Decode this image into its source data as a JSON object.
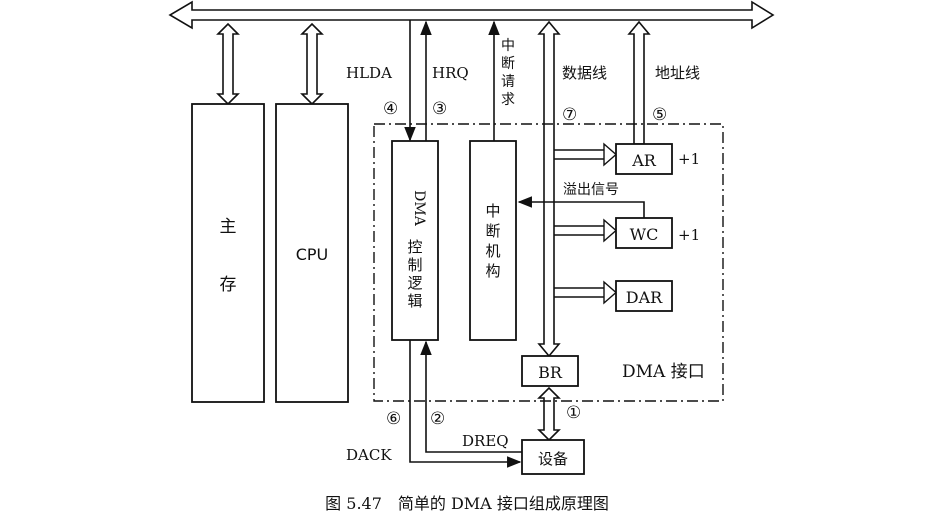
{
  "blocks": {
    "main_memory": [
      "主",
      "存"
    ],
    "cpu": "CPU",
    "dma_logic": [
      "DMA",
      "控",
      "制",
      "逻",
      "辑"
    ],
    "interrupt_mech": [
      "中",
      "断",
      "机",
      "构"
    ],
    "ar": "AR",
    "wc": "WC",
    "dar": "DAR",
    "br": "BR",
    "device": "设备",
    "interface": "DMA 接口"
  },
  "signals": {
    "hlda": "HLDA",
    "hrq": "HRQ",
    "int_request": [
      "中",
      "断",
      "请",
      "求"
    ],
    "data_line": "数据线",
    "addr_line": "地址线",
    "overflow": "溢出信号",
    "ar_inc": "+1",
    "wc_inc": "+1",
    "dack": "DACK",
    "dreq": "DREQ"
  },
  "steps": {
    "s1": "①",
    "s2": "②",
    "s3": "③",
    "s4": "④",
    "s5": "⑤",
    "s6": "⑥",
    "s7": "⑦"
  },
  "caption": "图 5.47　简单的 DMA 接口组成原理图"
}
